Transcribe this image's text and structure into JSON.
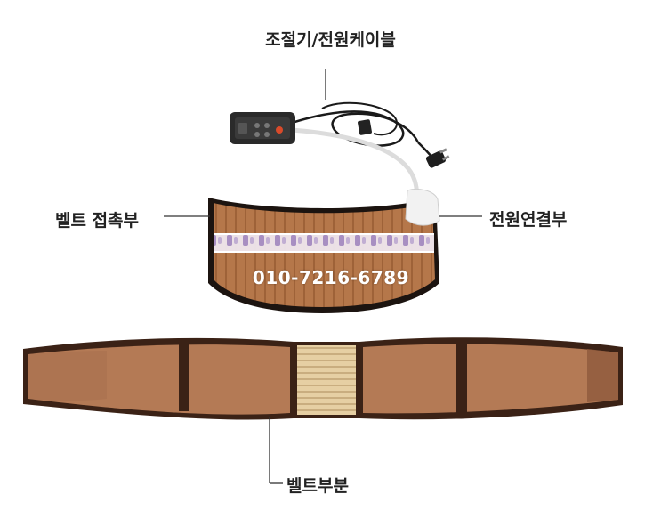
{
  "labels": {
    "controller_cable": "조절기/전원케이블",
    "belt_contact": "벨트 접촉부",
    "power_connector": "전원연결부",
    "belt_part": "벨트부분"
  },
  "overlay": {
    "phone": "010-7216-6789"
  },
  "colors": {
    "pad_brown": "#b5774a",
    "pad_stripe": "#9e6238",
    "belt_brown": "#b47a55",
    "belt_border": "#3b2216",
    "mesh_center": "#e6cfa3",
    "cord": "#1a1a1a",
    "controller_body": "#2a2a2a"
  },
  "icons": {
    "controller": "remote-controller-icon",
    "plug": "power-plug-icon"
  }
}
